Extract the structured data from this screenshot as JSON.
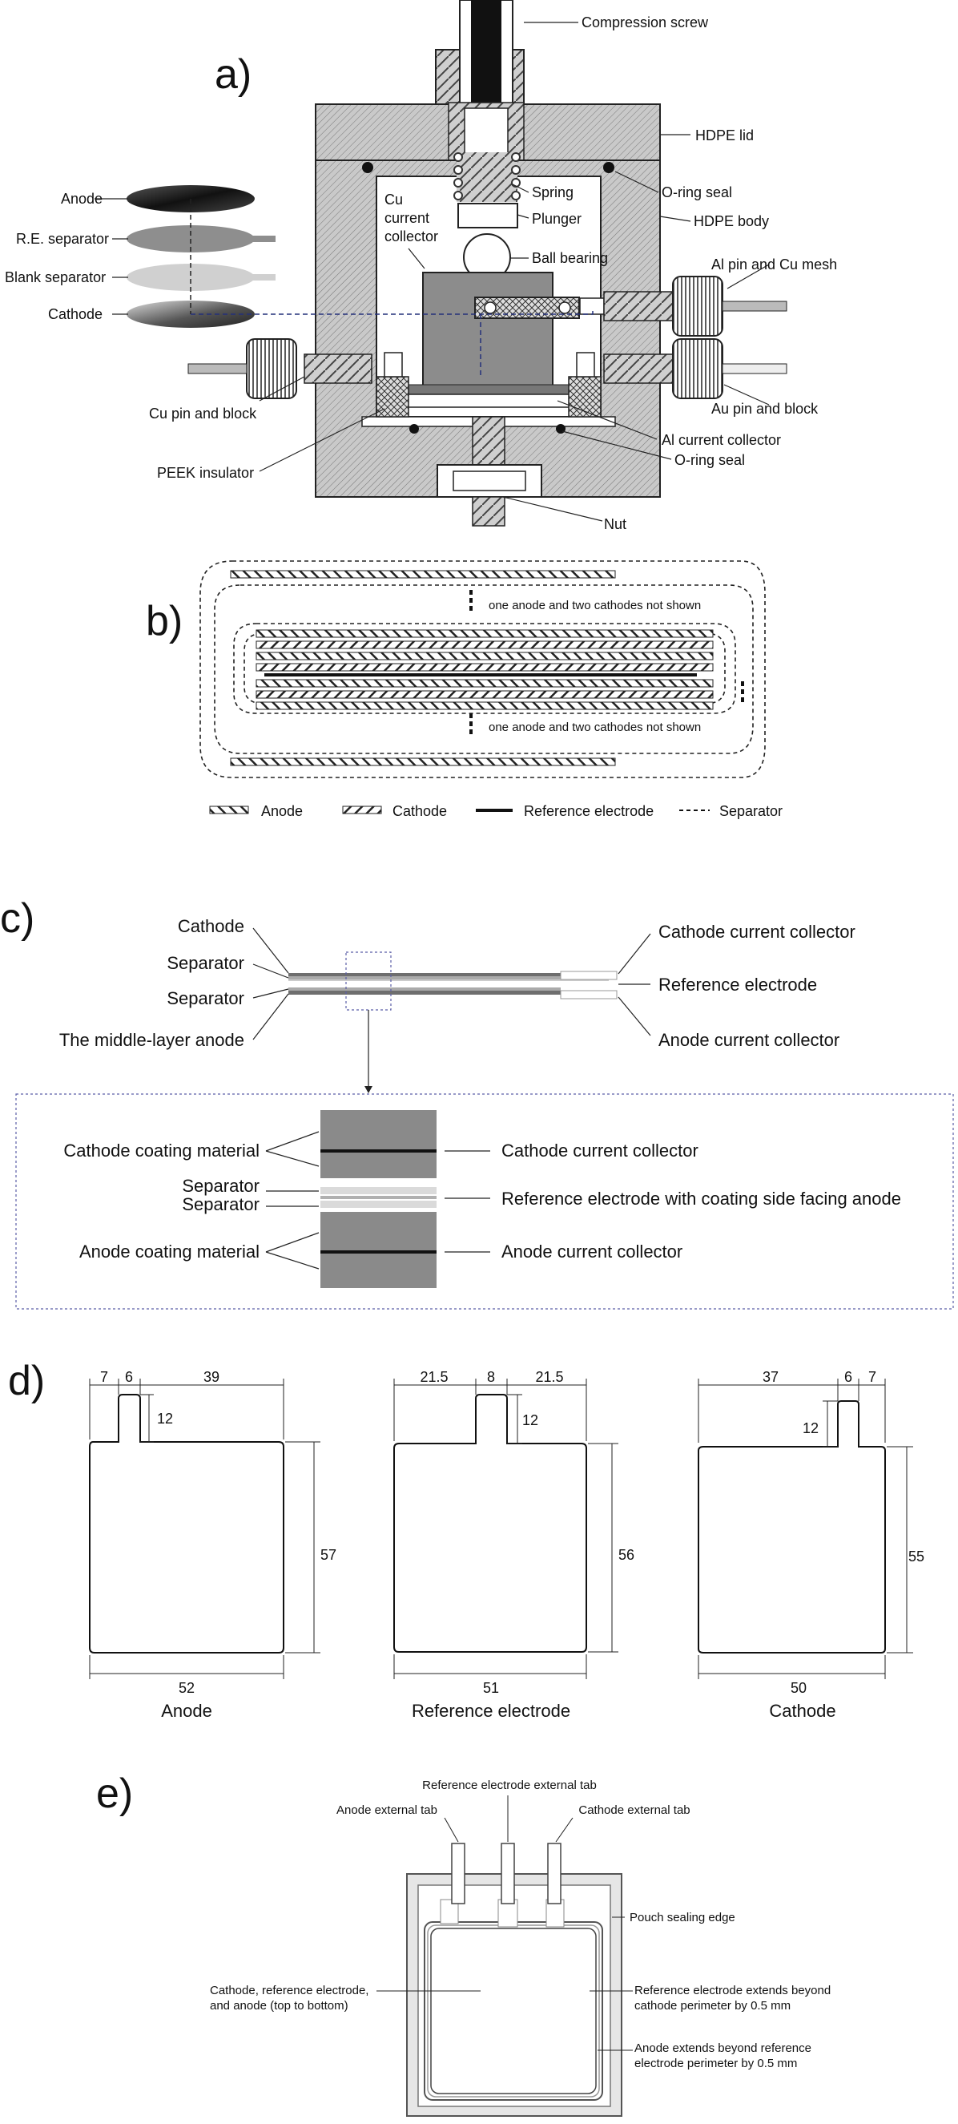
{
  "panels": {
    "a": {
      "letter": "a)",
      "labels": {
        "compression_screw": "Compression screw",
        "hdpe_lid": "HDPE lid",
        "oring_seal_top": "O-ring seal",
        "spring": "Spring",
        "plunger": "Plunger",
        "hdpe_body": "HDPE body",
        "cu_current_collector_1": "Cu",
        "cu_current_collector_2": "current",
        "cu_current_collector_3": "collector",
        "ball_bearing": "Ball bearing",
        "al_pin_cu_mesh": "Al pin and Cu mesh",
        "au_pin_block": "Au pin and block",
        "cu_pin_block": "Cu pin and block",
        "al_current_collector": "Al current collector",
        "oring_seal_bottom": "O-ring seal",
        "peek_insulator": "PEEK insulator",
        "nut": "Nut",
        "anode": "Anode",
        "re_separator": "R.E. separator",
        "blank_separator": "Blank separator",
        "cathode": "Cathode"
      }
    },
    "b": {
      "letter": "b)",
      "not_shown_top": "one anode and two cathodes not shown",
      "not_shown_bottom": "one anode and two cathodes not shown",
      "legend": {
        "anode": "Anode",
        "cathode": "Cathode",
        "reference": "Reference electrode",
        "separator": "Separator"
      }
    },
    "c": {
      "letter": "c)",
      "left": [
        "Cathode",
        "Separator",
        "Separator",
        "The middle-layer anode"
      ],
      "right": [
        "Cathode current collector",
        "Reference electrode",
        "Anode current collector"
      ],
      "zoom_left": [
        "Cathode coating material",
        "Separator",
        "Separator",
        "Anode coating material"
      ],
      "zoom_right": [
        "Cathode current collector",
        "Reference electrode with coating side facing anode",
        "Anode current collector"
      ]
    },
    "d": {
      "letter": "d)",
      "anode": {
        "name": "Anode",
        "dims": [
          "7",
          "6",
          "39",
          "12",
          "57",
          "52"
        ]
      },
      "reference": {
        "name": "Reference electrode",
        "dims": [
          "21.5",
          "8",
          "21.5",
          "12",
          "56",
          "51"
        ]
      },
      "cathode": {
        "name": "Cathode",
        "dims": [
          "37",
          "6",
          "7",
          "12",
          "55",
          "50"
        ]
      }
    },
    "e": {
      "letter": "e)",
      "re_tab": "Reference electrode external tab",
      "anode_tab": "Anode external tab",
      "cathode_tab": "Cathode external tab",
      "sealing_edge": "Pouch sealing edge",
      "stack_1": "Cathode, reference electrode,",
      "stack_2": "and anode  (top to bottom)",
      "re_extend_1": "Reference electrode extends beyond",
      "re_extend_2": "cathode perimeter by 0.5 mm",
      "anode_extend_1": "Anode extends beyond reference",
      "anode_extend_2": "electrode perimeter by 0.5 mm"
    }
  },
  "colors": {
    "body_gray": "#c9c9c9",
    "dark": "#111111",
    "mid_gray": "#8a8a8a",
    "light_gray": "#d8d8d8",
    "dotted_box": "#5b5ea6"
  }
}
